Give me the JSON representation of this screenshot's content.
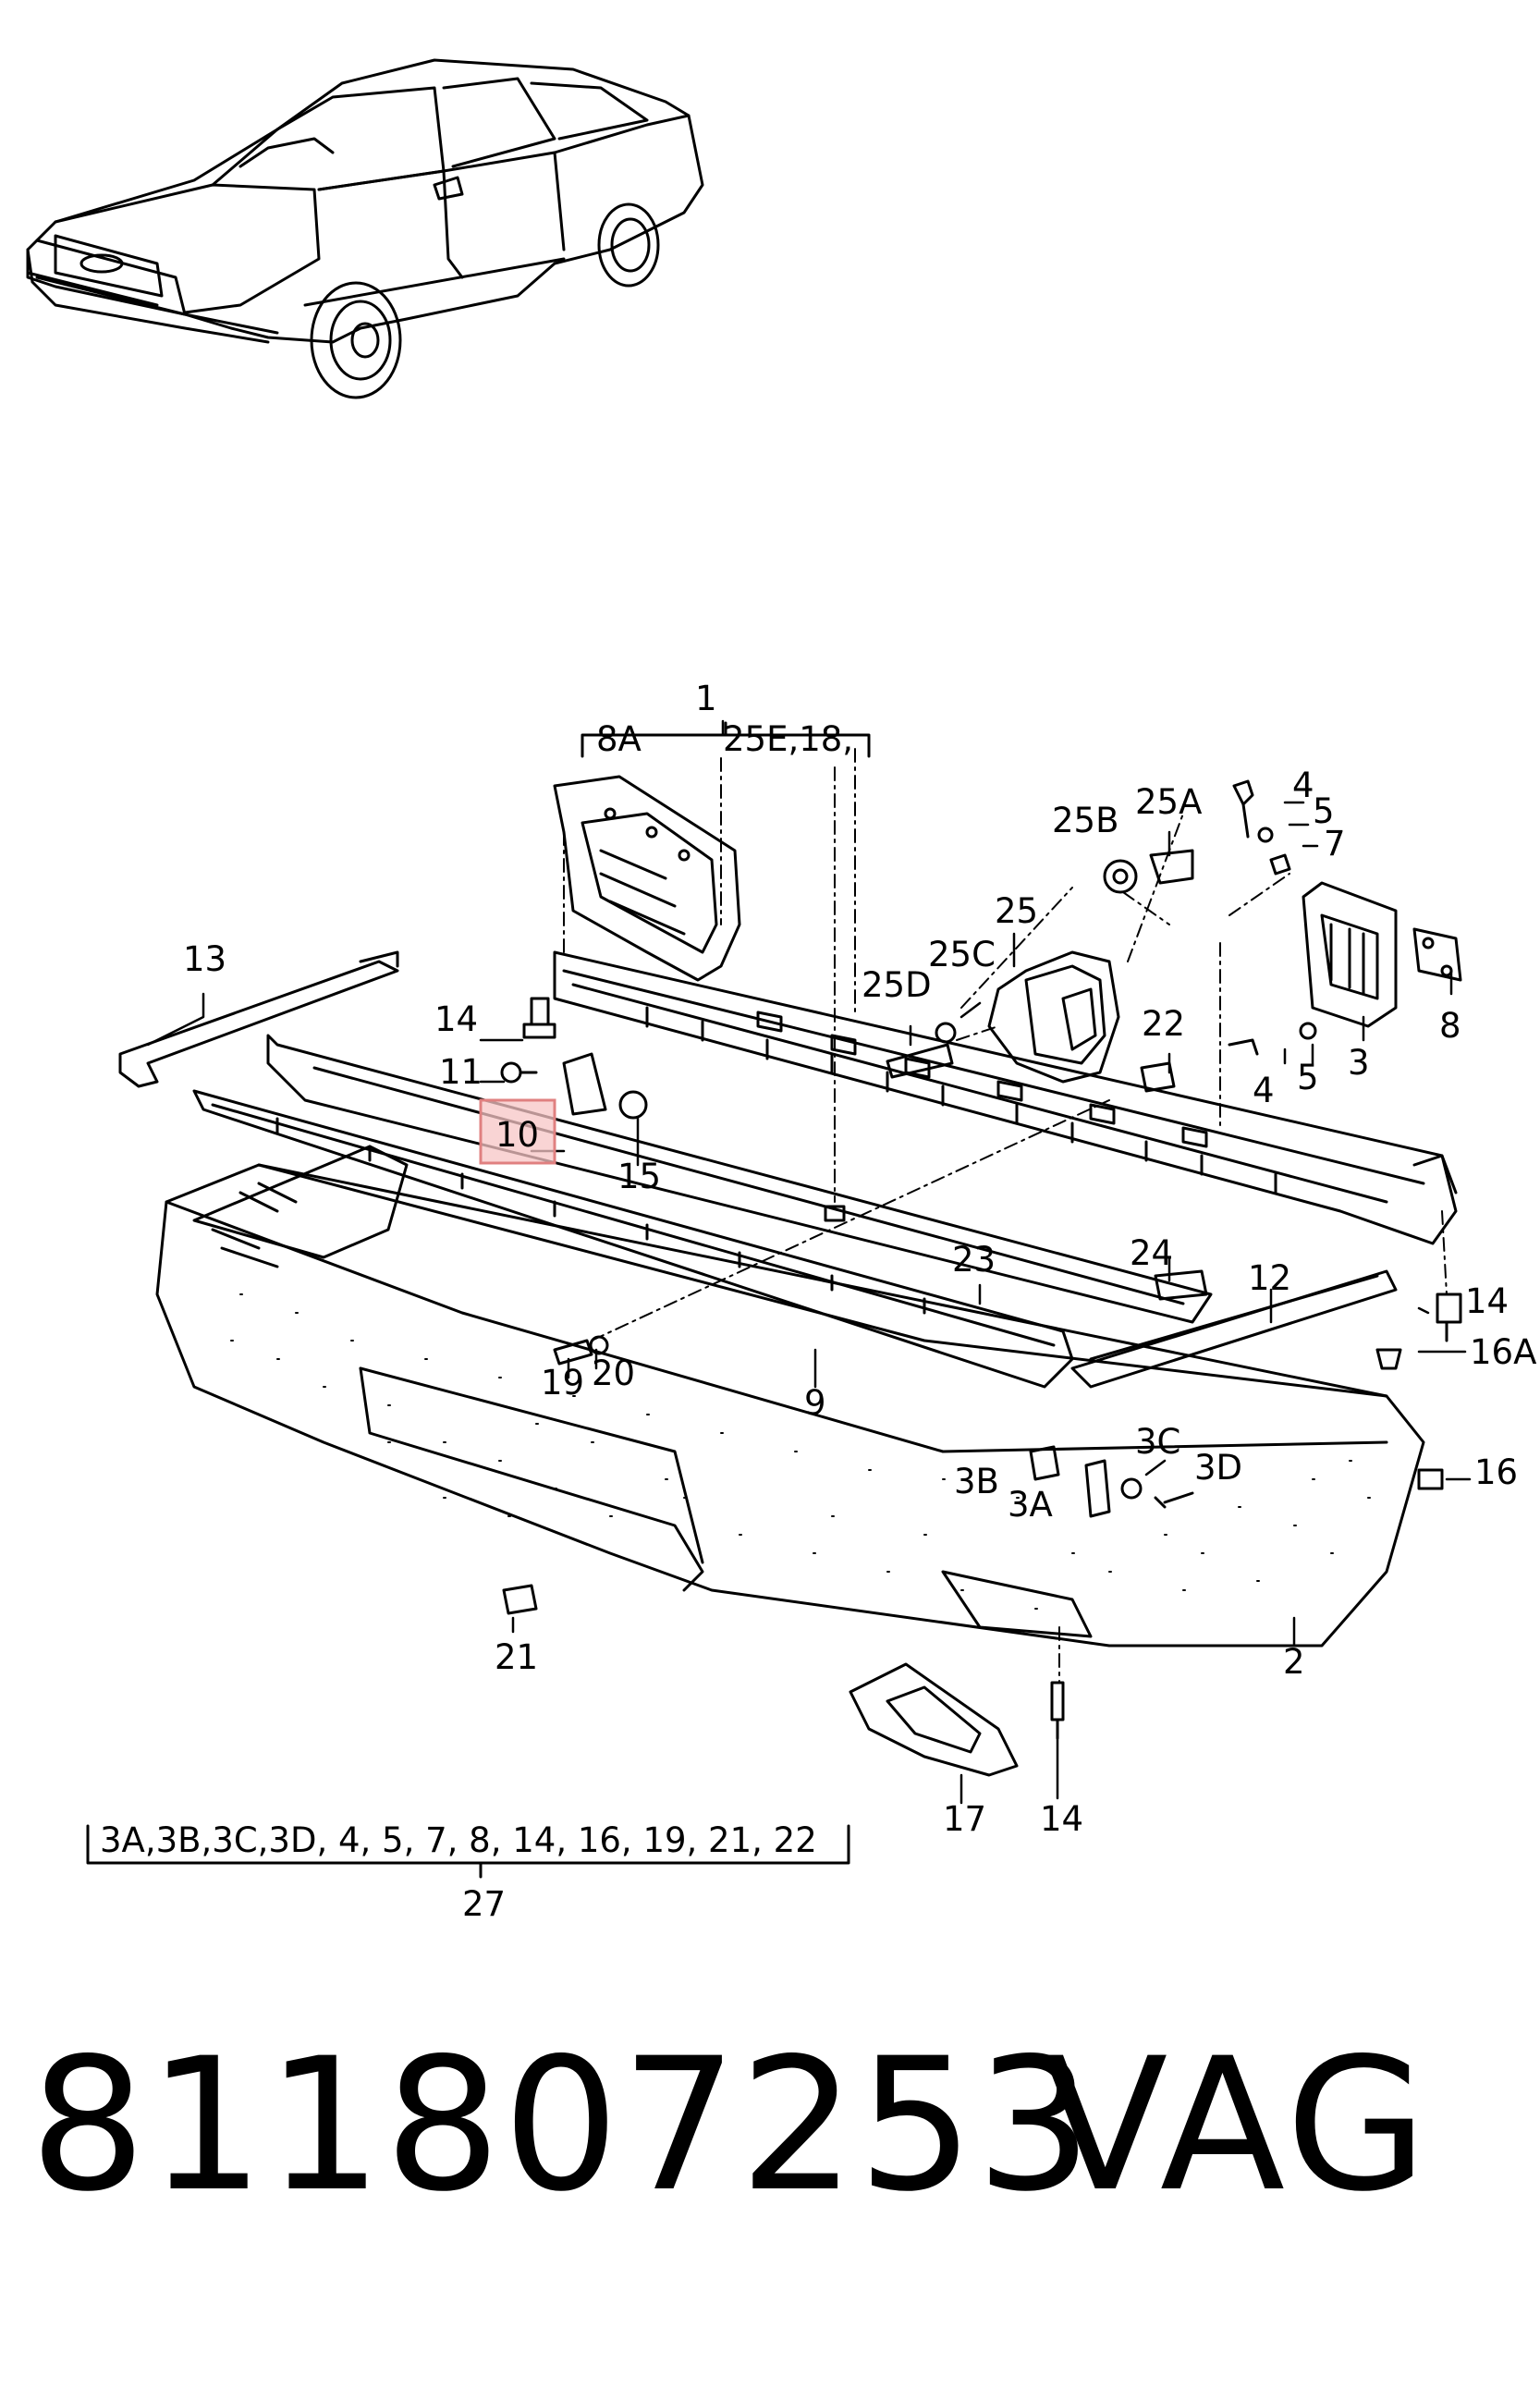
{
  "callouts": {
    "c1": "1",
    "c8A": "8A",
    "c25E18": "25E,18,",
    "c13": "13",
    "c14a": "14",
    "c11": "11",
    "c10": "10",
    "c15": "15",
    "c25B": "25B",
    "c25A": "25A",
    "c4a": "4",
    "c5a": "5",
    "c7": "7",
    "c25": "25",
    "c25C": "25C",
    "c25D": "25D",
    "c22": "22",
    "c8": "8",
    "c3": "3",
    "c4b": "4",
    "c5b": "5",
    "c23": "23",
    "c24": "24",
    "c12": "12",
    "c14b": "14",
    "c16A": "16A",
    "c19": "19",
    "c20": "20",
    "c9": "9",
    "c3C": "3C",
    "c3D": "3D",
    "c3B": "3B",
    "c3A": "3A",
    "c16": "16",
    "c21": "21",
    "c2": "2",
    "c17": "17",
    "c14c": "14",
    "c27": "27"
  },
  "kit_list": "3A,3B,3C,3D, 4,  5,  7,  8,  14,  16,  19,  21,  22",
  "highlighted_part": "10",
  "part_number": "811807253",
  "brand": "VAG",
  "colors": {
    "highlight_fill": "#f7c6c6",
    "highlight_stroke": "#e08080",
    "line": "#000000"
  }
}
